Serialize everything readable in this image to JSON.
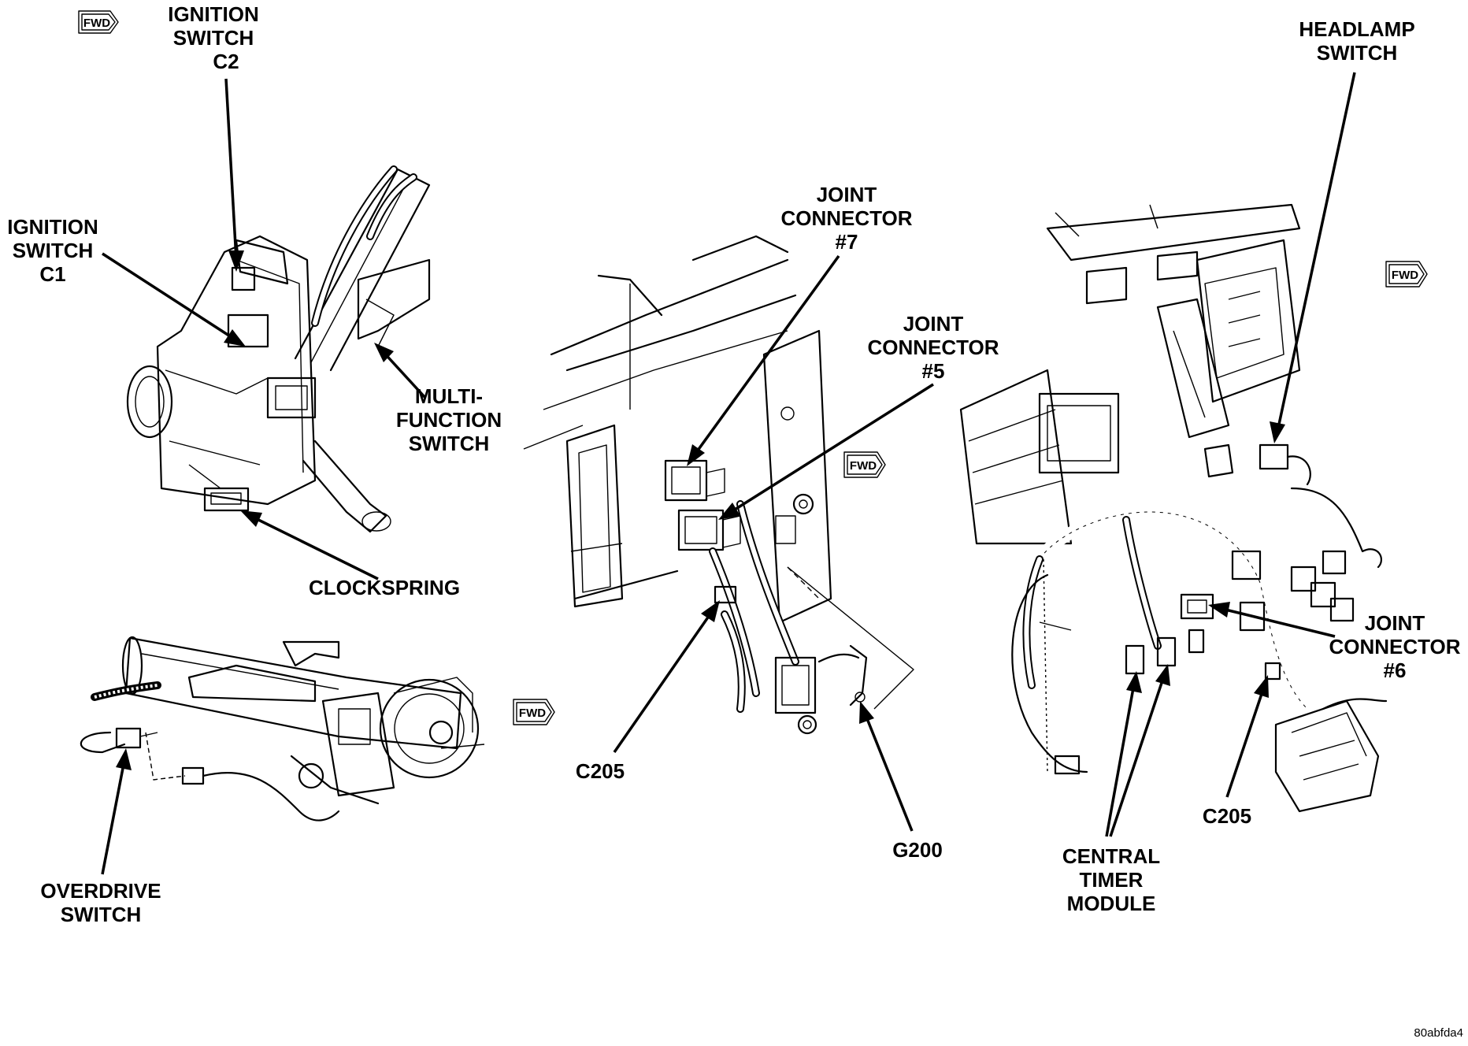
{
  "fwd_marks": [
    "FWD",
    "FWD",
    "FWD",
    "FWD"
  ],
  "labels": {
    "ignition_switch_c2": [
      "IGNITION",
      "SWITCH",
      "C2"
    ],
    "ignition_switch_c1": [
      "IGNITION",
      "SWITCH",
      "C1"
    ],
    "multi_function_switch": [
      "MULTI-",
      "FUNCTION",
      "SWITCH"
    ],
    "clockspring": [
      "CLOCKSPRING"
    ],
    "overdrive_switch": [
      "OVERDRIVE",
      "SWITCH"
    ],
    "joint_connector_7": [
      "JOINT",
      "CONNECTOR",
      "#7"
    ],
    "joint_connector_5": [
      "JOINT",
      "CONNECTOR",
      "#5"
    ],
    "c205_middle": [
      "C205"
    ],
    "g200": [
      "G200"
    ],
    "headlamp_switch": [
      "HEADLAMP",
      "SWITCH"
    ],
    "joint_connector_6": [
      "JOINT",
      "CONNECTOR",
      "#6"
    ],
    "central_timer_module": [
      "CENTRAL",
      "TIMER",
      "MODULE"
    ],
    "c205_right": [
      "C205"
    ]
  },
  "image_code": "80abfda4"
}
